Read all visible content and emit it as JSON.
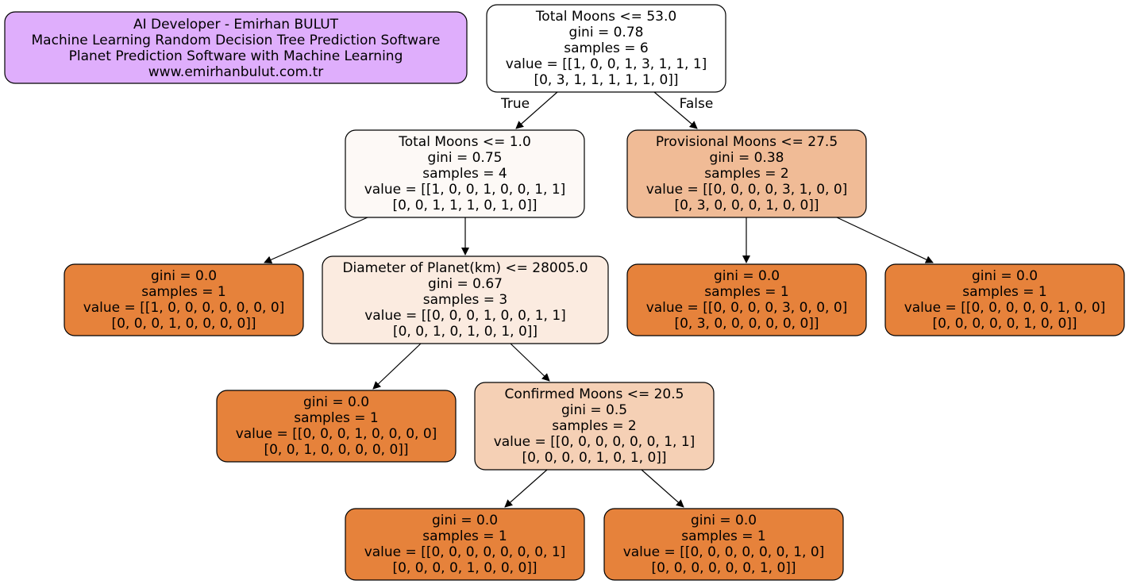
{
  "credit_box": {
    "lines": [
      "AI Developer - Emirhan BULUT",
      "Machine Learning Random Decision Tree Prediction Software",
      "Planet Prediction Software with Machine Learning",
      "www.emirhanbulut.com.tr"
    ],
    "fill": "#dfaefc"
  },
  "colors": {
    "leaf": "#e6823b",
    "split_low": "#fdf9f6",
    "split_mid": "#fbebe0",
    "split_high": "#f5d0b5",
    "split_higher": "#f0bb96",
    "root": "#ffffff",
    "stroke": "#000000"
  },
  "edge_labels": {
    "true_label": "True",
    "false_label": "False"
  },
  "nodes": {
    "root": {
      "lines": [
        "Total Moons <= 53.0",
        "gini = 0.78",
        "samples = 6",
        "value = [[1, 0, 0, 1, 3, 1, 1, 1]",
        "[0, 3, 1, 1, 1, 1, 1, 0]]"
      ]
    },
    "n1": {
      "lines": [
        "Total Moons <= 1.0",
        "gini = 0.75",
        "samples = 4",
        "value = [[1, 0, 0, 1, 0, 0, 1, 1]",
        "[0, 0, 1, 1, 1, 0, 1, 0]]"
      ]
    },
    "n2": {
      "lines": [
        "Provisional Moons <= 27.5",
        "gini = 0.38",
        "samples = 2",
        "value = [[0, 0, 0, 0, 3, 1, 0, 0]",
        "[0, 3, 0, 0, 0, 1, 0, 0]]"
      ]
    },
    "n3": {
      "lines": [
        "gini = 0.0",
        "samples = 1",
        "value = [[1, 0, 0, 0, 0, 0, 0, 0]",
        "[0, 0, 0, 1, 0, 0, 0, 0]]"
      ]
    },
    "n4": {
      "lines": [
        "Diameter of Planet(km) <= 28005.0",
        "gini = 0.67",
        "samples = 3",
        "value = [[0, 0, 0, 1, 0, 0, 1, 1]",
        "[0, 0, 1, 0, 1, 0, 1, 0]]"
      ]
    },
    "n5": {
      "lines": [
        "gini = 0.0",
        "samples = 1",
        "value = [[0, 0, 0, 0, 3, 0, 0, 0]",
        "[0, 3, 0, 0, 0, 0, 0, 0]]"
      ]
    },
    "n6": {
      "lines": [
        "gini = 0.0",
        "samples = 1",
        "value = [[0, 0, 0, 0, 0, 1, 0, 0]",
        "[0, 0, 0, 0, 0, 1, 0, 0]]"
      ]
    },
    "n7": {
      "lines": [
        "gini = 0.0",
        "samples = 1",
        "value = [[0, 0, 0, 1, 0, 0, 0, 0]",
        "[0, 0, 1, 0, 0, 0, 0, 0]]"
      ]
    },
    "n8": {
      "lines": [
        "Confirmed Moons <= 20.5",
        "gini = 0.5",
        "samples = 2",
        "value = [[0, 0, 0, 0, 0, 0, 1, 1]",
        "[0, 0, 0, 0, 1, 0, 1, 0]]"
      ]
    },
    "n9": {
      "lines": [
        "gini = 0.0",
        "samples = 1",
        "value = [[0, 0, 0, 0, 0, 0, 0, 1]",
        "[0, 0, 0, 0, 1, 0, 0, 0]]"
      ]
    },
    "n10": {
      "lines": [
        "gini = 0.0",
        "samples = 1",
        "value = [[0, 0, 0, 0, 0, 0, 1, 0]",
        "[0, 0, 0, 0, 0, 0, 1, 0]]"
      ]
    }
  }
}
